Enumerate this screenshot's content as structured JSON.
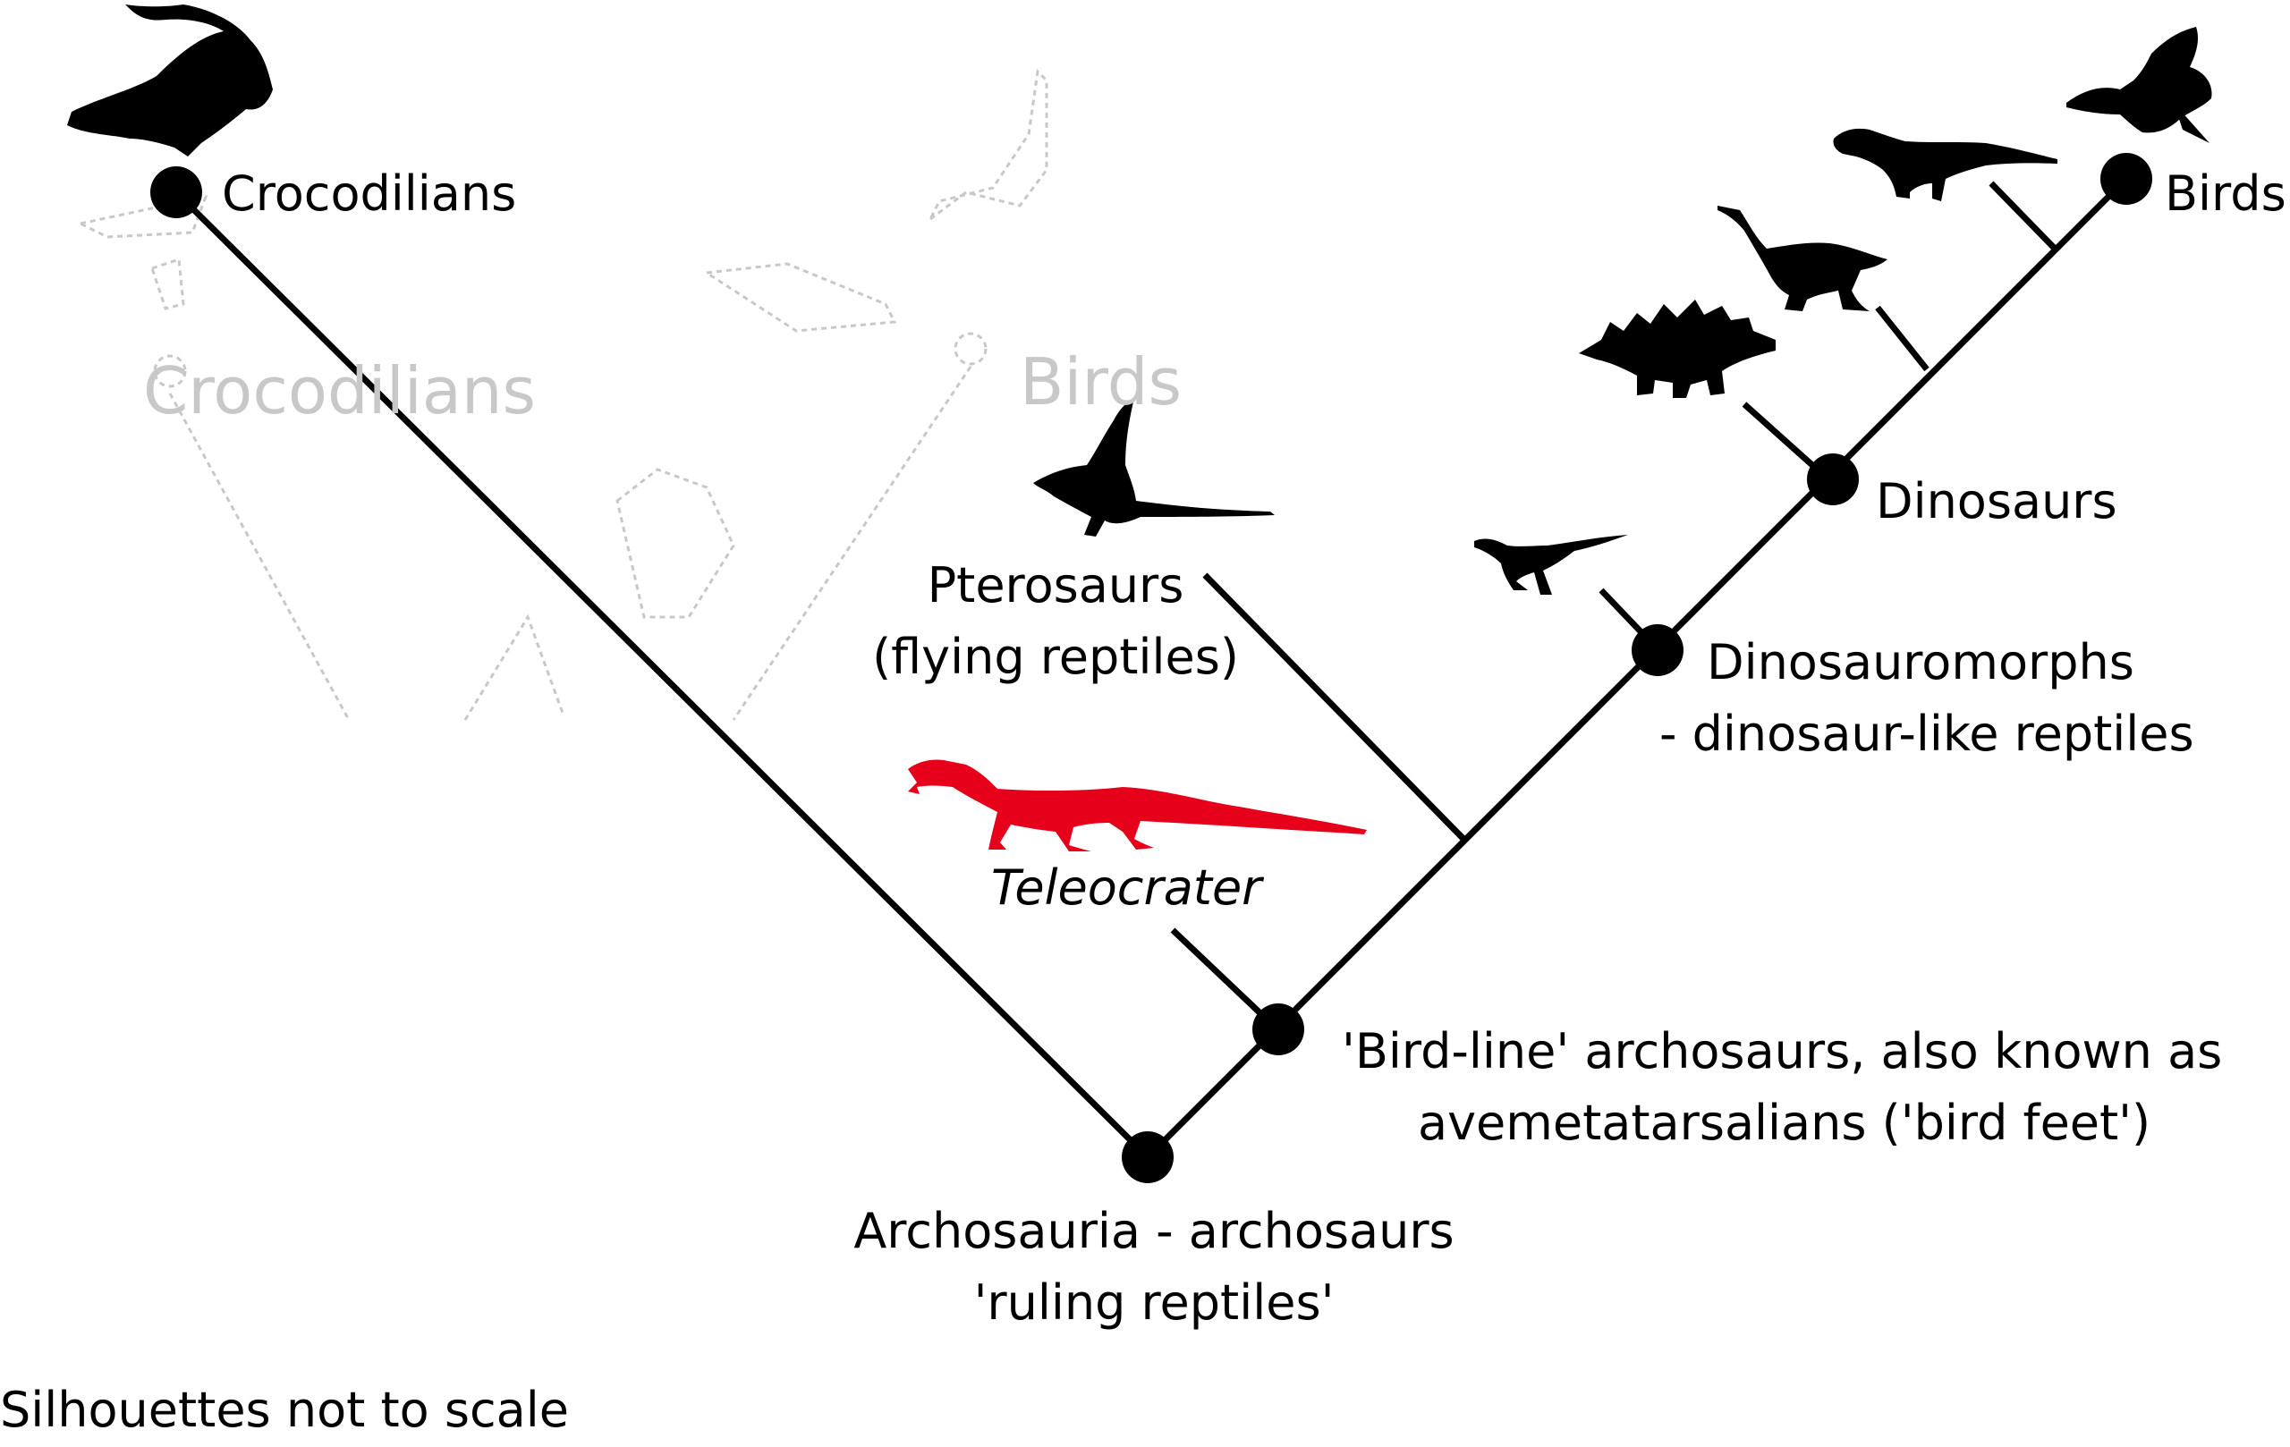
{
  "colors": {
    "line": "#000000",
    "highlight": "#e6001a",
    "background": "#ffffff",
    "ghost": "#c8c8c8"
  },
  "labels": {
    "crocodilians": "Crocodilians",
    "birds": "Birds",
    "dinosaurs": "Dinosaurs",
    "dinosauromorphs_1": "Dinosauromorphs",
    "dinosauromorphs_2": "- dinosaur-like reptiles",
    "pterosaurs_1": "Pterosaurs",
    "pterosaurs_2": "(flying reptiles)",
    "teleocrater": "Teleocrater",
    "bird_line_1": "'Bird-line' archosaurs, also known as",
    "bird_line_2": "avemetatarsalians ('bird feet')",
    "archosauria_1": "Archosauria - archosaurs",
    "archosauria_2": "'ruling reptiles'",
    "footnote": "Silhouettes not to scale"
  },
  "ghost_labels": {
    "crocodilians": "Crocodilians",
    "birds": "Birds"
  },
  "silhouettes": [
    "crocodile-icon",
    "bird-icon",
    "theropod-icon",
    "sauropodomorph-icon",
    "stegosaur-icon",
    "dinosauromorph-icon",
    "pterosaur-icon",
    "teleocrater-icon"
  ]
}
